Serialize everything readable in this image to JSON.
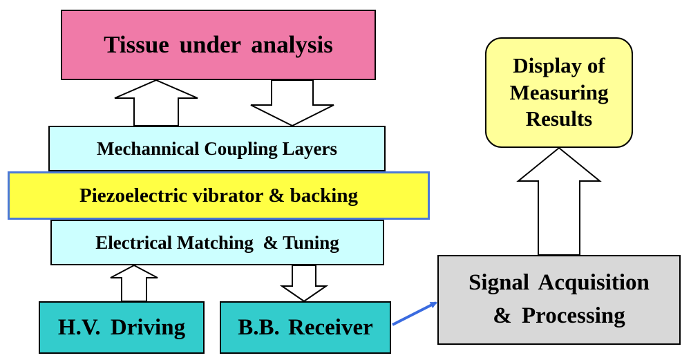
{
  "boxes": {
    "tissue": "Tissue under analysis",
    "mechanical": "Mechannical Coupling Layers",
    "piezo": "Piezoelectric vibrator & backing",
    "electrical": "Electrical Matching  & Tuning",
    "hv_driving": "H.V. Driving",
    "bb_receiver": "B.B. Receiver",
    "signal_line1": "Signal Acquisition",
    "signal_line2": "& Processing",
    "display_line1": "Display of",
    "display_line2": "Measuring",
    "display_line3": "Results"
  },
  "colors": {
    "tissue": "#f07aa8",
    "coupling": "#ccffff",
    "piezo": "#ffff44",
    "piezo_border": "#4a78d8",
    "driving": "#33cccc",
    "signal": "#d8d8d8",
    "display": "#ffff99",
    "connector": "#3a6be0"
  }
}
